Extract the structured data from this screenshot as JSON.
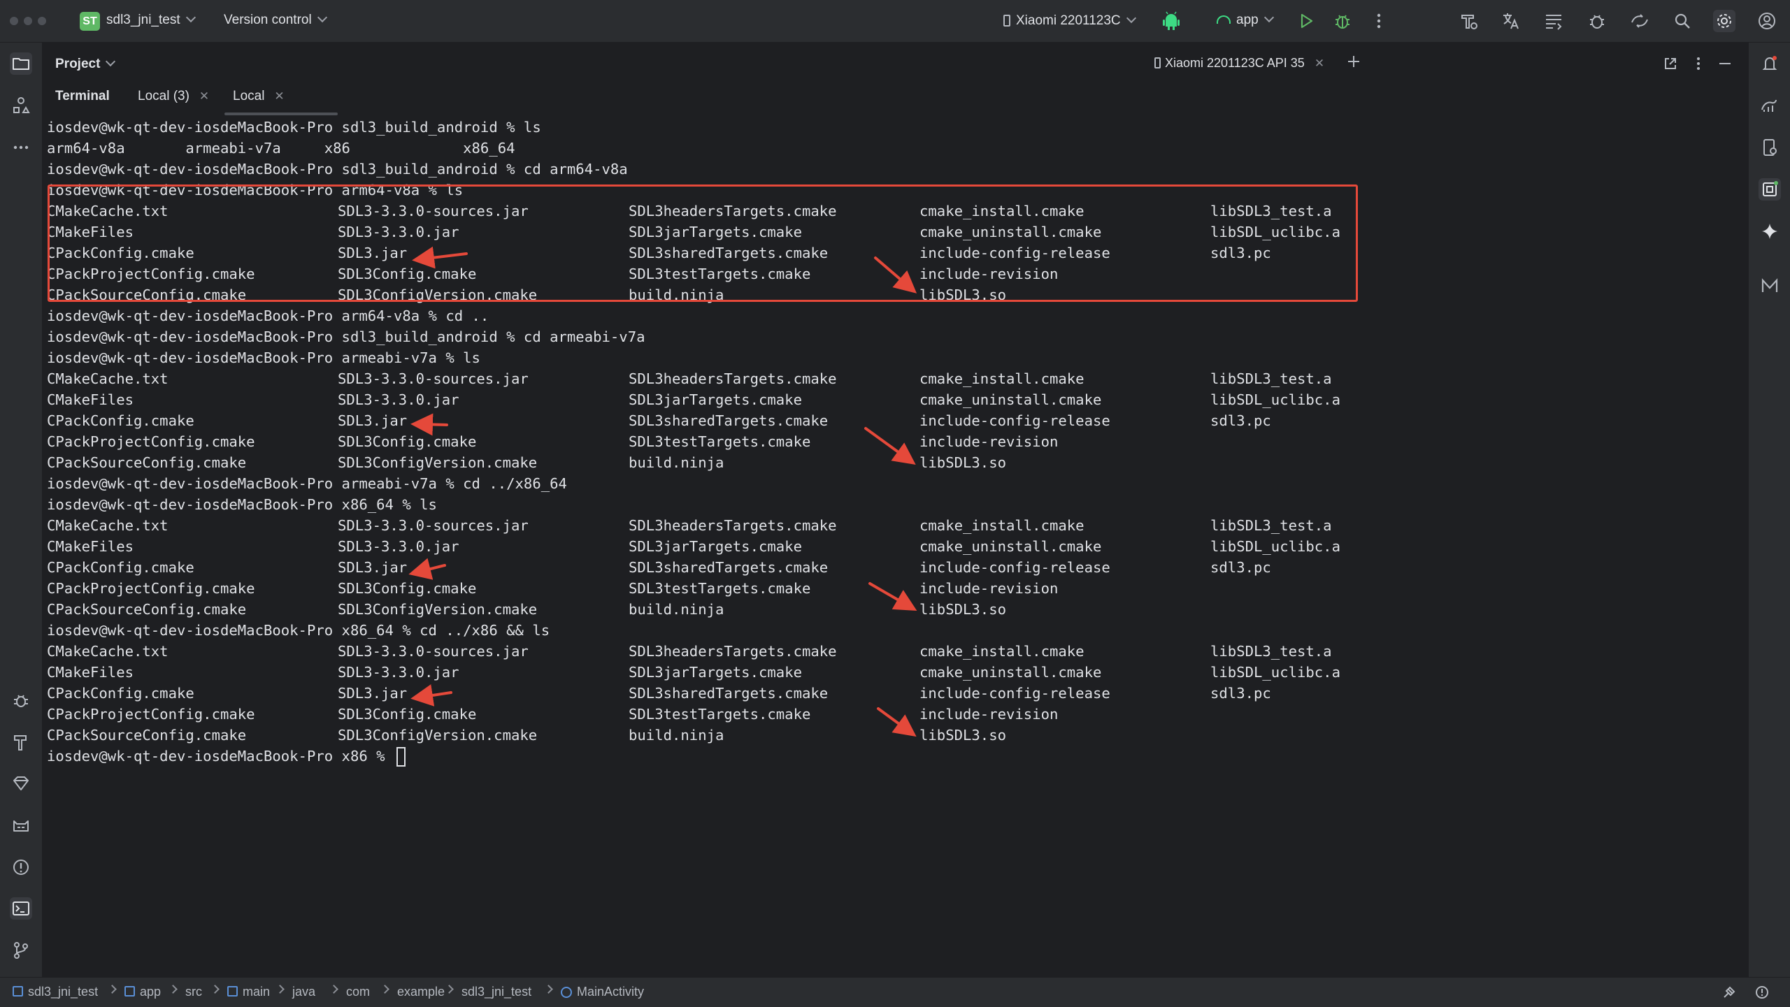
{
  "titlebar": {
    "project_badge": "ST",
    "project_name": "sdl3_jni_test",
    "version_control": "Version control",
    "device": "Xiaomi 2201123C",
    "run_config": "app"
  },
  "toolwindow": {
    "project_label": "Project",
    "device_tab": "Xiaomi 2201123C API 35"
  },
  "terminal_tabs": {
    "title": "Terminal",
    "tabs": [
      {
        "label": "Local (3)"
      },
      {
        "label": "Local"
      }
    ]
  },
  "terminal": {
    "columns_x": [
      0,
      416,
      832,
      1248,
      1664
    ],
    "lines": [
      {
        "cells": [
          "iosdev@wk-qt-dev-iosdeMacBook-Pro sdl3_build_android % ls"
        ]
      },
      {
        "cells": [
          "arm64-v8a       armeabi-v7a     x86             x86_64"
        ]
      },
      {
        "cells": [
          "iosdev@wk-qt-dev-iosdeMacBook-Pro sdl3_build_android % cd arm64-v8a"
        ]
      },
      {
        "cells": [
          "iosdev@wk-qt-dev-iosdeMacBook-Pro arm64-v8a % ls"
        ]
      },
      {
        "cells": [
          "CMakeCache.txt",
          "SDL3-3.3.0-sources.jar",
          "SDL3headersTargets.cmake",
          "cmake_install.cmake",
          "libSDL3_test.a"
        ]
      },
      {
        "cells": [
          "CMakeFiles",
          "SDL3-3.3.0.jar",
          "SDL3jarTargets.cmake",
          "cmake_uninstall.cmake",
          "libSDL_uclibc.a"
        ]
      },
      {
        "cells": [
          "CPackConfig.cmake",
          "SDL3.jar",
          "SDL3sharedTargets.cmake",
          "include-config-release",
          "sdl3.pc"
        ]
      },
      {
        "cells": [
          "CPackProjectConfig.cmake",
          "SDL3Config.cmake",
          "SDL3testTargets.cmake",
          "include-revision"
        ]
      },
      {
        "cells": [
          "CPackSourceConfig.cmake",
          "SDL3ConfigVersion.cmake",
          "build.ninja",
          "libSDL3.so"
        ]
      },
      {
        "cells": [
          "iosdev@wk-qt-dev-iosdeMacBook-Pro arm64-v8a % cd .."
        ]
      },
      {
        "cells": [
          "iosdev@wk-qt-dev-iosdeMacBook-Pro sdl3_build_android % cd armeabi-v7a"
        ]
      },
      {
        "cells": [
          "iosdev@wk-qt-dev-iosdeMacBook-Pro armeabi-v7a % ls"
        ]
      },
      {
        "cells": [
          "CMakeCache.txt",
          "SDL3-3.3.0-sources.jar",
          "SDL3headersTargets.cmake",
          "cmake_install.cmake",
          "libSDL3_test.a"
        ]
      },
      {
        "cells": [
          "CMakeFiles",
          "SDL3-3.3.0.jar",
          "SDL3jarTargets.cmake",
          "cmake_uninstall.cmake",
          "libSDL_uclibc.a"
        ]
      },
      {
        "cells": [
          "CPackConfig.cmake",
          "SDL3.jar",
          "SDL3sharedTargets.cmake",
          "include-config-release",
          "sdl3.pc"
        ]
      },
      {
        "cells": [
          "CPackProjectConfig.cmake",
          "SDL3Config.cmake",
          "SDL3testTargets.cmake",
          "include-revision"
        ]
      },
      {
        "cells": [
          "CPackSourceConfig.cmake",
          "SDL3ConfigVersion.cmake",
          "build.ninja",
          "libSDL3.so"
        ]
      },
      {
        "cells": [
          "iosdev@wk-qt-dev-iosdeMacBook-Pro armeabi-v7a % cd ../x86_64"
        ]
      },
      {
        "cells": [
          "iosdev@wk-qt-dev-iosdeMacBook-Pro x86_64 % ls"
        ]
      },
      {
        "cells": [
          "CMakeCache.txt",
          "SDL3-3.3.0-sources.jar",
          "SDL3headersTargets.cmake",
          "cmake_install.cmake",
          "libSDL3_test.a"
        ]
      },
      {
        "cells": [
          "CMakeFiles",
          "SDL3-3.3.0.jar",
          "SDL3jarTargets.cmake",
          "cmake_uninstall.cmake",
          "libSDL_uclibc.a"
        ]
      },
      {
        "cells": [
          "CPackConfig.cmake",
          "SDL3.jar",
          "SDL3sharedTargets.cmake",
          "include-config-release",
          "sdl3.pc"
        ]
      },
      {
        "cells": [
          "CPackProjectConfig.cmake",
          "SDL3Config.cmake",
          "SDL3testTargets.cmake",
          "include-revision"
        ]
      },
      {
        "cells": [
          "CPackSourceConfig.cmake",
          "SDL3ConfigVersion.cmake",
          "build.ninja",
          "libSDL3.so"
        ]
      },
      {
        "cells": [
          "iosdev@wk-qt-dev-iosdeMacBook-Pro x86_64 % cd ../x86 && ls"
        ]
      },
      {
        "cells": [
          "CMakeCache.txt",
          "SDL3-3.3.0-sources.jar",
          "SDL3headersTargets.cmake",
          "cmake_install.cmake",
          "libSDL3_test.a"
        ]
      },
      {
        "cells": [
          "CMakeFiles",
          "SDL3-3.3.0.jar",
          "SDL3jarTargets.cmake",
          "cmake_uninstall.cmake",
          "libSDL_uclibc.a"
        ]
      },
      {
        "cells": [
          "CPackConfig.cmake",
          "SDL3.jar",
          "SDL3sharedTargets.cmake",
          "include-config-release",
          "sdl3.pc"
        ]
      },
      {
        "cells": [
          "CPackProjectConfig.cmake",
          "SDL3Config.cmake",
          "SDL3testTargets.cmake",
          "include-revision"
        ]
      },
      {
        "cells": [
          "CPackSourceConfig.cmake",
          "SDL3ConfigVersion.cmake",
          "build.ninja",
          "libSDL3.so"
        ]
      },
      {
        "cells": [
          "iosdev@wk-qt-dev-iosdeMacBook-Pro x86 % "
        ],
        "cursor": true
      }
    ]
  },
  "breadcrumb": [
    {
      "label": "sdl3_jni_test",
      "icon": "module-icon"
    },
    {
      "label": "app",
      "icon": "module-icon"
    },
    {
      "label": "src"
    },
    {
      "label": "main",
      "icon": "module-icon"
    },
    {
      "label": "java"
    },
    {
      "label": "com"
    },
    {
      "label": "example"
    },
    {
      "label": "sdl3_jni_test"
    },
    {
      "label": "MainActivity",
      "icon": "class-icon"
    }
  ],
  "colors": {
    "annotation_red": "#e5493a",
    "accent_green": "#5fb865",
    "android_green": "#3ddc84"
  }
}
